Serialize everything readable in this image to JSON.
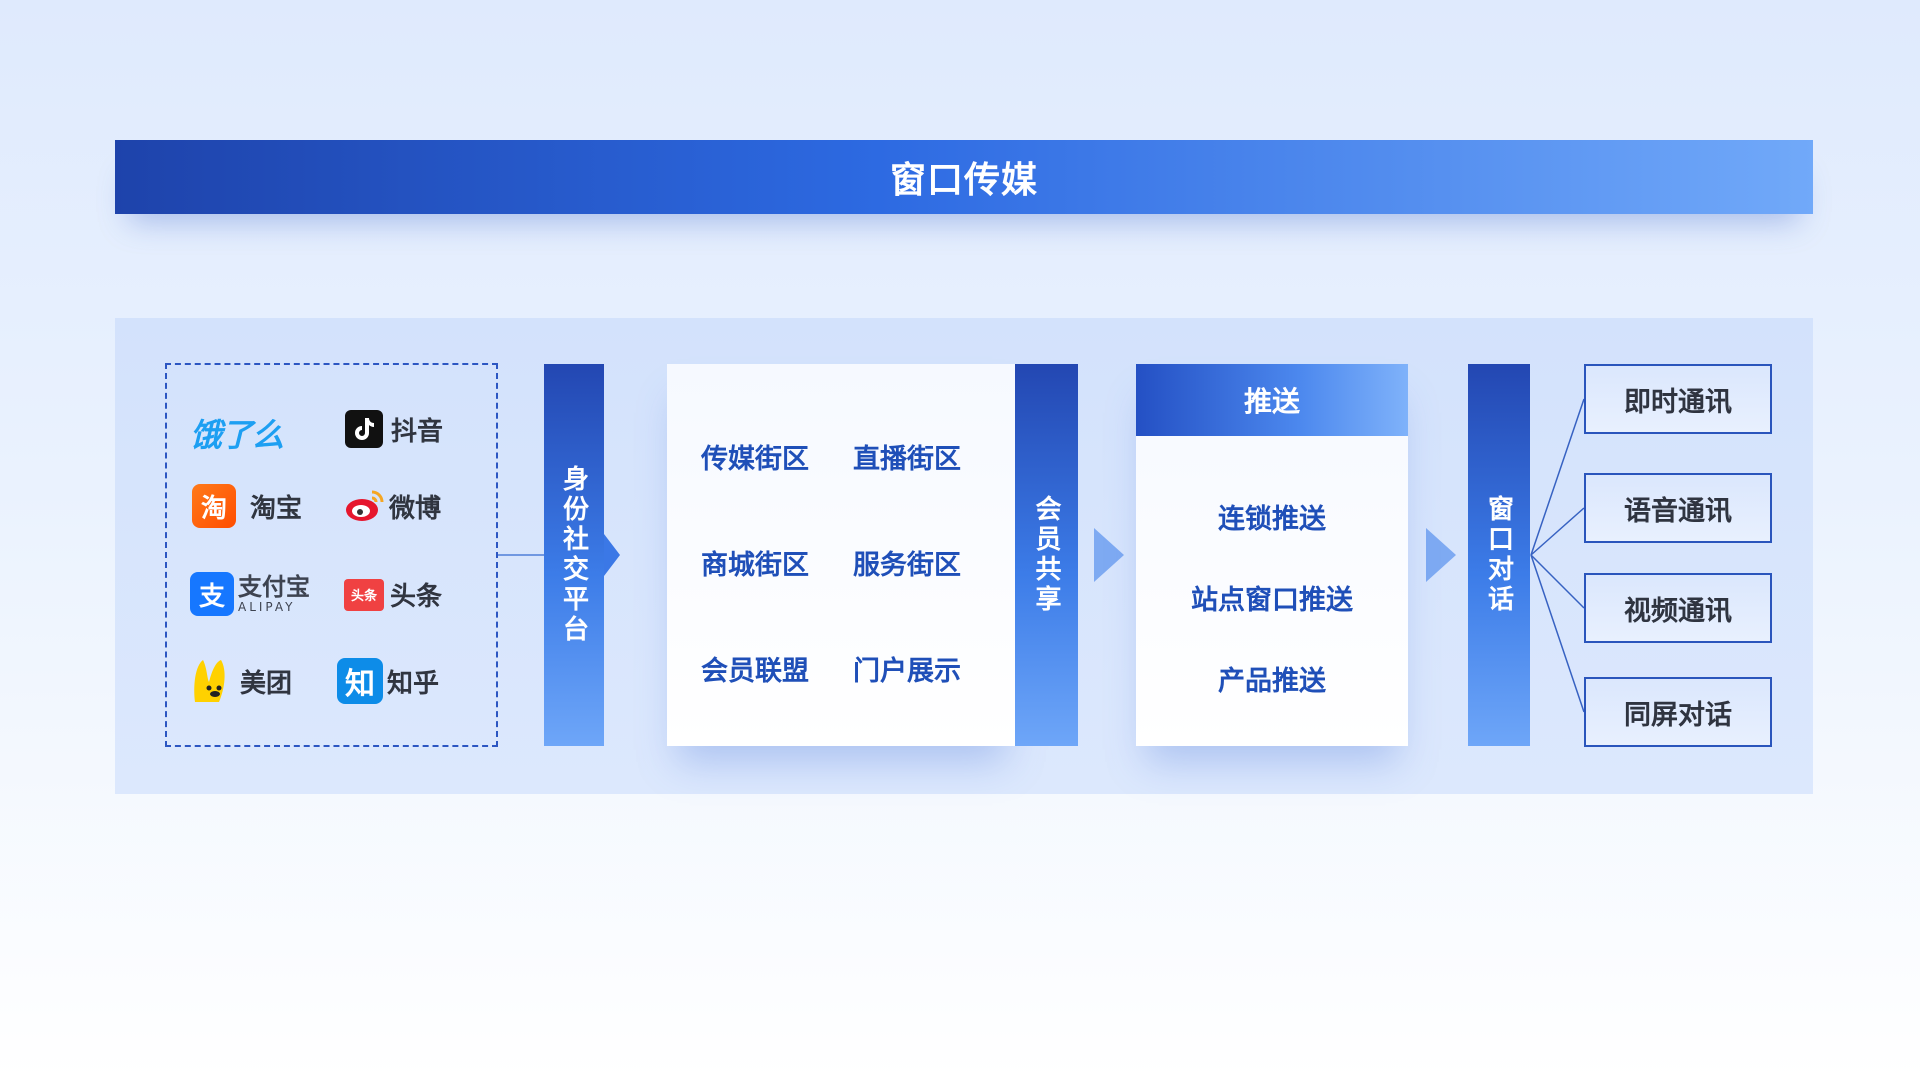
{
  "title": "窗口传媒",
  "apps": [
    {
      "name": "饿了么",
      "icon": "eleme-logo"
    },
    {
      "name": "抖音",
      "icon": "douyin-icon"
    },
    {
      "name": "淘宝",
      "icon": "taobao-icon",
      "glyph": "淘"
    },
    {
      "name": "微博",
      "icon": "weibo-icon"
    },
    {
      "name": "支付宝",
      "sub": "ALIPAY",
      "icon": "alipay-icon",
      "glyph": "支"
    },
    {
      "name": "头条",
      "icon": "toutiao-icon",
      "glyph": "头条"
    },
    {
      "name": "美团",
      "icon": "meituan-icon"
    },
    {
      "name": "知乎",
      "icon": "zhihu-icon",
      "glyph": "知"
    }
  ],
  "identity_bar": "身份社交平台",
  "districts": [
    "传媒街区",
    "直播街区",
    "商城街区",
    "服务街区",
    "会员联盟",
    "门户展示"
  ],
  "member_bar": "会员共享",
  "push": {
    "header": "推送",
    "items": [
      "连锁推送",
      "站点窗口推送",
      "产品推送"
    ]
  },
  "dialog_bar": "窗口对话",
  "communications": [
    "即时通讯",
    "语音通讯",
    "视频通讯",
    "同屏对话"
  ],
  "colors": {
    "primary": "#2d6ae2",
    "dark_blue": "#1e43ab",
    "text_blue": "#1f4fb8",
    "panel_bg": "#d3e2fc"
  }
}
